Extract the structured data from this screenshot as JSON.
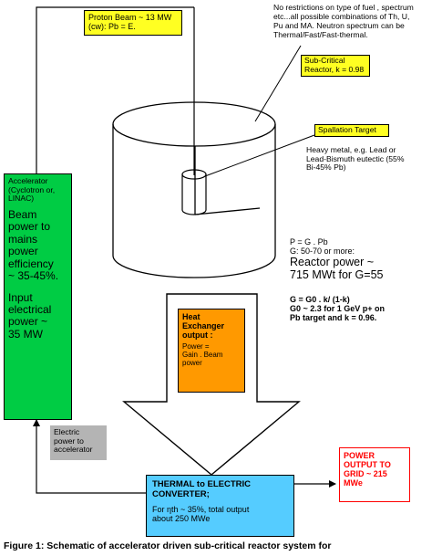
{
  "colors": {
    "accelerator": "#00cc44",
    "yellow_box": "#ffff22",
    "heat_exchanger": "#ff9900",
    "converter": "#55ccff",
    "grid_output": "#ff0000",
    "electric_power": "#b4b4b4",
    "line": "#000000"
  },
  "proton_beam": {
    "line1": "Proton Beam ~ 13 MW",
    "line2": "(cw): Pb = E."
  },
  "fuel_note": {
    "line1": "No restrictions on type of fuel , spectrum",
    "line2": "etc...all possible combinations of Th, U,",
    "line3": "Pu and MA. Neutron spectrum can be",
    "line4": "Thermal/Fast/Fast-thermal."
  },
  "subcritical": {
    "line1": "Sub-Critical",
    "line2": "Reactor, k = 0.98"
  },
  "spallation": {
    "label": "Spallation Target",
    "desc1": "Heavy metal, e.g. Lead or",
    "desc2": "Lead-Bismuth eutectic (55%",
    "desc3": "Bi-45% Pb)"
  },
  "gain": {
    "line1": "P = G . Pb",
    "line2": "G: 50-70 or more:",
    "line3": "Reactor power ~",
    "line4": "715 MWt for G=55"
  },
  "formula": {
    "line1": "G = G0 . k/ (1-k)",
    "line2": "G0 ~ 2.3 for 1 GeV p+ on",
    "line3": "Pb target and k = 0.96."
  },
  "accelerator": {
    "title1": "Accelerator",
    "title2": "(Cyclotron or,",
    "title3": "LINAC)",
    "big1": "Beam",
    "big2": "power to",
    "big3": "mains",
    "big4": "power",
    "big5": "efficiency",
    "big6": "~ 35-45%.",
    "big7": "Input",
    "big8": "electrical",
    "big9": "power ~",
    "big10": "35 MW"
  },
  "heat_exchanger": {
    "title1": "Heat",
    "title2": "Exchanger",
    "title3": "output :",
    "line4": "Power =",
    "line5": "Gain . Beam",
    "line6": "power"
  },
  "electric_power": {
    "line1": "Electric",
    "line2": "power to",
    "line3": "accelerator"
  },
  "converter": {
    "title1": "THERMAL to ELECTRIC",
    "title2": "CONVERTER;",
    "line3": "For ηth ~ 35%, total output",
    "line4": "about 250 MWe"
  },
  "grid_output": {
    "line1": "POWER",
    "line2": "OUTPUT TO",
    "line3": "GRID ~ 215",
    "line4": "MWe"
  },
  "caption": {
    "text": "Figure 1: Schematic of accelerator driven sub-critical reactor system for"
  }
}
